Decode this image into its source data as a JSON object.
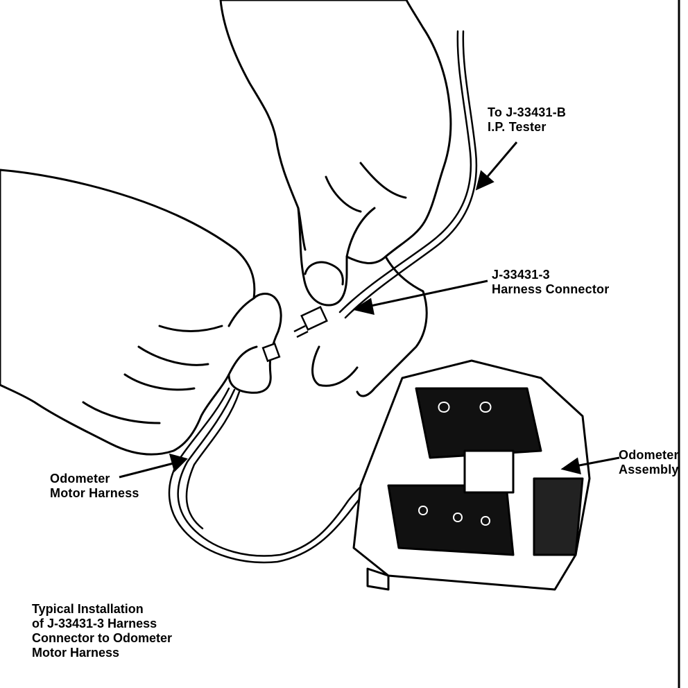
{
  "callouts": {
    "tester": {
      "line1": "To J-33431-B",
      "line2": "I.P. Tester"
    },
    "harness_connector": {
      "line1": "J-33431-3",
      "line2": "Harness Connector"
    },
    "odometer_assembly": {
      "line1": "Odometer",
      "line2": "Assembly"
    },
    "motor_harness": {
      "line1": "Odometer",
      "line2": "Motor Harness"
    }
  },
  "caption": {
    "line1": "Typical Installation",
    "line2": "of J-33431-3 Harness",
    "line3": "Connector to Odometer",
    "line4": "Motor Harness"
  },
  "colors": {
    "ink": "#000000",
    "paper": "#ffffff"
  }
}
